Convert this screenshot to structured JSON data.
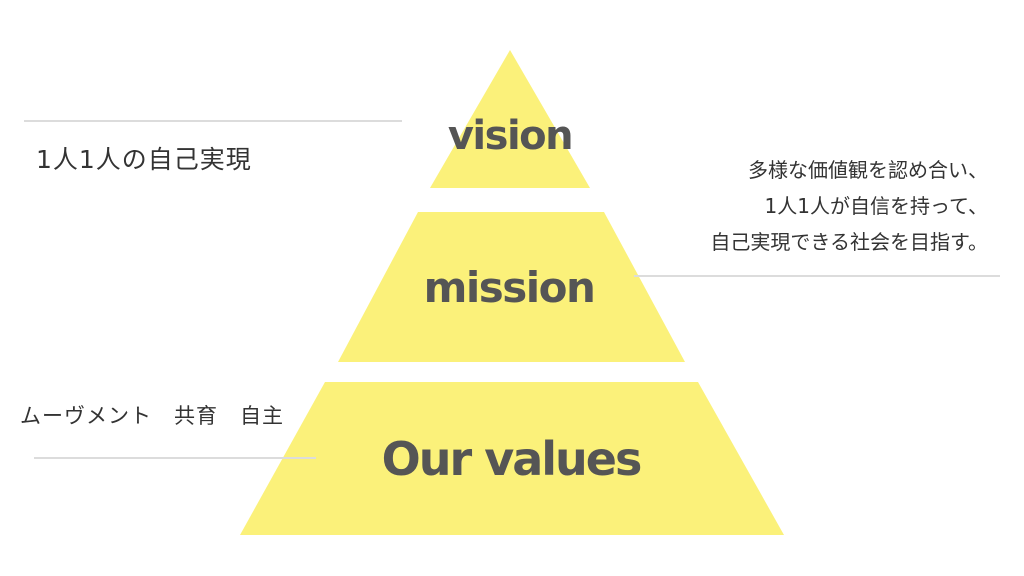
{
  "colors": {
    "tier_fill": "#fbf17a",
    "label_text": "#555555",
    "note_text": "#333333",
    "rule": "#dcdcdc"
  },
  "pyramid": {
    "tiers": [
      {
        "key": "vision",
        "label": "vision"
      },
      {
        "key": "mission",
        "label": "mission"
      },
      {
        "key": "values",
        "label": "Our values"
      }
    ]
  },
  "notes": {
    "vision": "1人1人の自己実現",
    "mission_lines": [
      "多様な価値観を認め合い、",
      "1人1人が自信を持って、",
      "自己実現できる社会を目指す。"
    ],
    "values": "ムーヴメント　共育　自主"
  }
}
